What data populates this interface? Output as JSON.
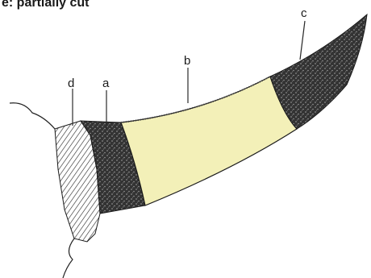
{
  "header": {
    "partial_text": "e: partially cut"
  },
  "diagram": {
    "labels": {
      "a": "a",
      "b": "b",
      "c": "c",
      "d": "d"
    },
    "colors": {
      "inner_fill": "#f3f0b8",
      "dark_band": "#2a2a2a",
      "outline": "#1a1a1a",
      "background": "#ffffff"
    }
  }
}
